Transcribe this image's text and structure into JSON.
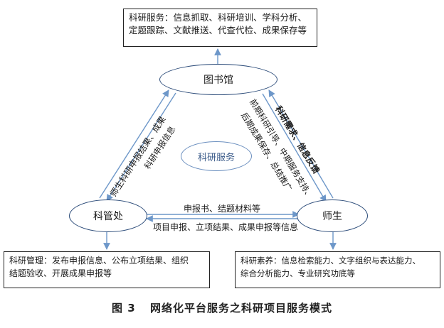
{
  "nodes": {
    "library": "图书馆",
    "admin": "科管处",
    "faculty": "师生",
    "center": "科研服务"
  },
  "boxes": {
    "library_services": {
      "line1": "科研服务：信息抓取、科研培训、学科分析、",
      "line2": "定题跟踪、文献推送、代查代检、成果保存等"
    },
    "admin_management": {
      "line1": "科研管理：发布申报信息、公布立项结果、组织",
      "line2": "结题验收、开展成果申报等"
    },
    "faculty_literacy": {
      "line1": "科研素养：信息检索能力、文字组织与表达能力、",
      "line2": "综合分析能力、专业研究功底等"
    }
  },
  "edges": {
    "admin_to_library_outer": "师生科研申报结果、成果",
    "admin_to_library_inner": "科研申报信息",
    "faculty_to_library_outer": "科研需求、信息反馈",
    "faculty_to_library_inner1": "前期科研引导、中期服务支持、",
    "faculty_to_library_inner2": "后期成果保存、总结推广",
    "faculty_to_admin": "申报书、结题材料等",
    "admin_to_faculty": "项目申报、立项结果、成果申报等信息"
  },
  "caption": {
    "figure": "图 3",
    "title": "网络化平台服务之科研项目服务模式"
  },
  "colors": {
    "arrow": "#6d97c9",
    "node_border": "#2a4a78",
    "center_border": "#6b8fbf"
  }
}
